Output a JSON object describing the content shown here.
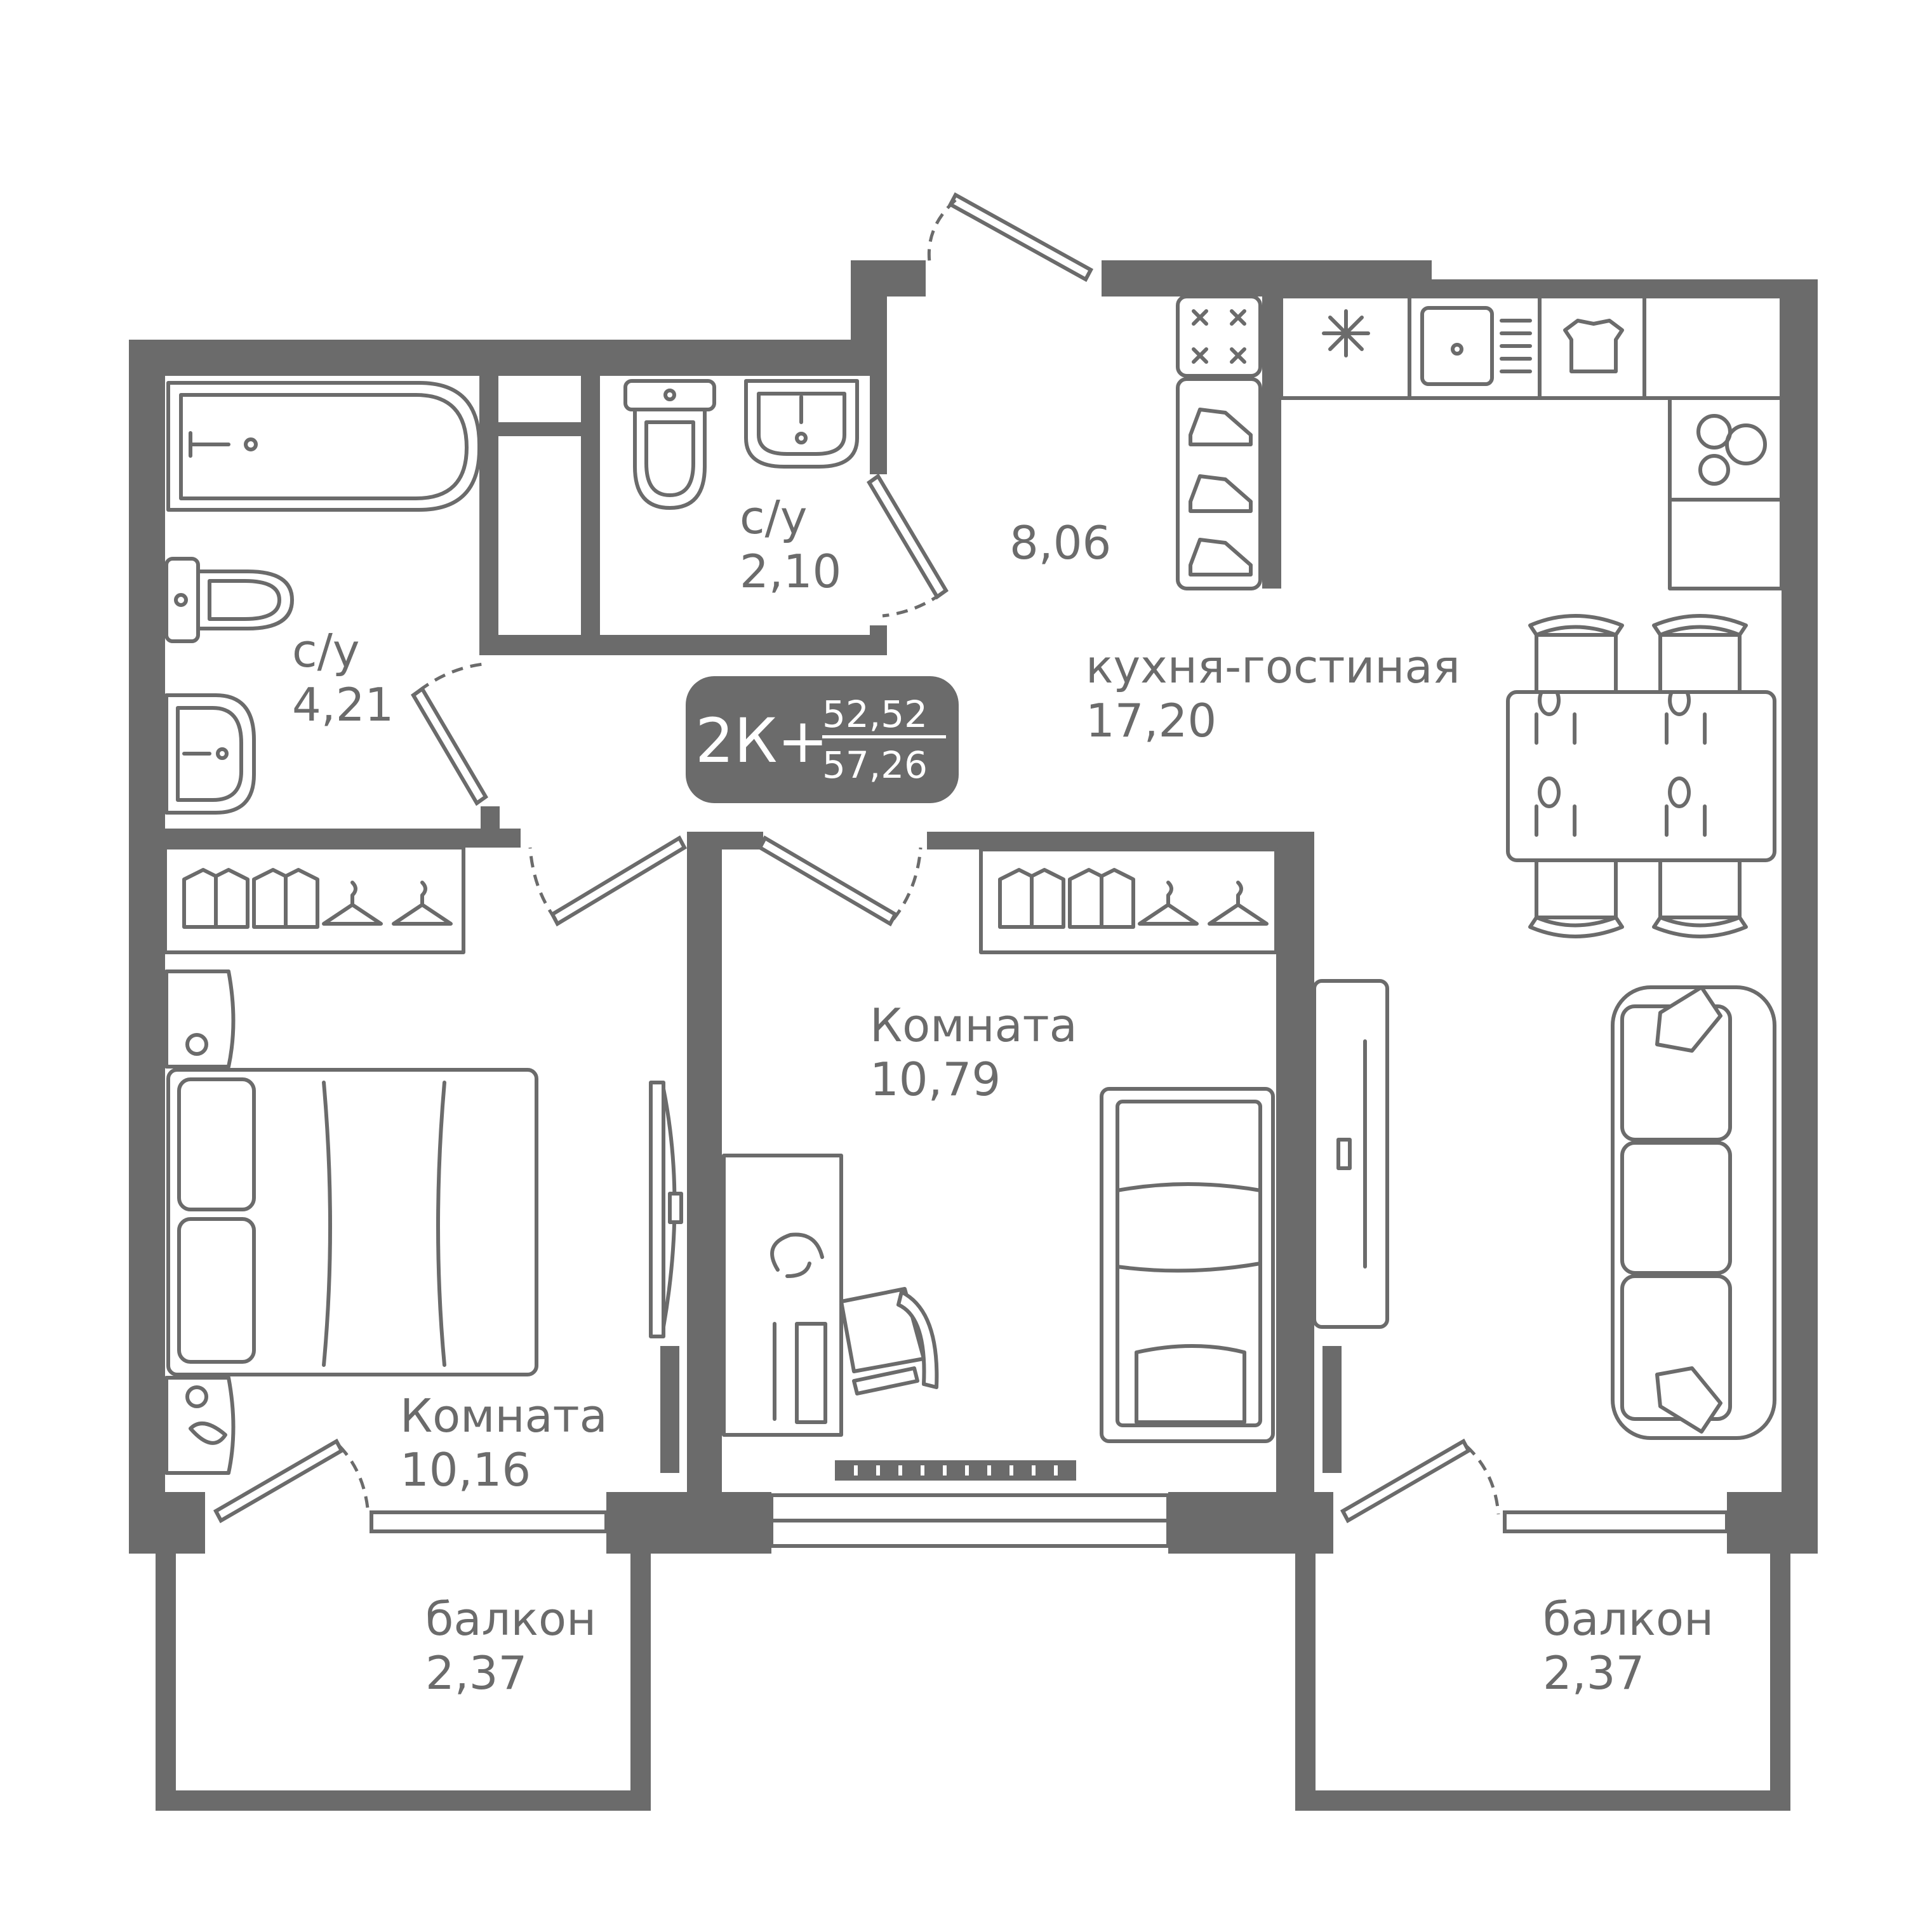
{
  "rooms": {
    "bathroom_big": {
      "name": "с/у",
      "area": "4,21"
    },
    "bathroom_small": {
      "name": "с/у",
      "area": "2,10"
    },
    "hall": {
      "name": "",
      "area": "8,06"
    },
    "kitchen_living": {
      "name": "кухня-гостиная",
      "area": "17,20"
    },
    "room_left": {
      "name": "Комната",
      "area": "10,16"
    },
    "room_middle": {
      "name": "Комната",
      "area": "10,79"
    },
    "balcony_left": {
      "name": "балкон",
      "area": "2,37"
    },
    "balcony_right": {
      "name": "балкон",
      "area": "2,37"
    }
  },
  "badge": {
    "type": "2К+",
    "living_area": "52,52",
    "total_area": "57,26"
  },
  "colors": {
    "wall": "#6b6b6b",
    "background": "#ffffff",
    "badge_text": "#ffffff"
  },
  "icons": [
    "bathtub-icon",
    "toilet-icon",
    "sink-icon",
    "stove-icon",
    "fridge-icon",
    "kitchen-sink-icon",
    "washing-machine-icon",
    "shoe-rack-icon",
    "wardrobe-icon",
    "shirt-icon",
    "hanger-icon",
    "bed-icon",
    "desk-icon",
    "chair-icon",
    "sofa-icon",
    "dining-table-icon",
    "tv-icon",
    "radiator-icon"
  ]
}
